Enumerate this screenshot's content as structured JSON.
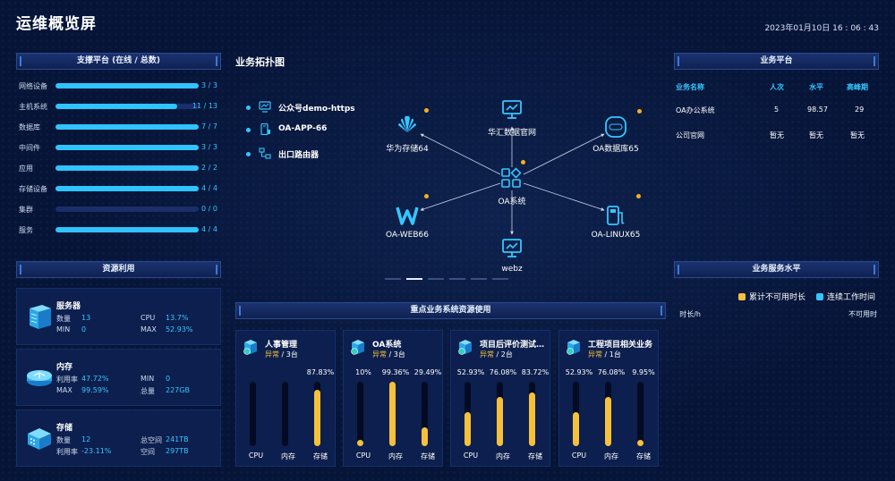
{
  "header": {
    "title": "运维概览屏",
    "datetime": "2023年01月10日 16 : 06 : 43"
  },
  "support_platform": {
    "title": "支撑平台 (在线 / 总数)",
    "items": [
      {
        "label": "网络设备",
        "count": "3 / 3",
        "fraction": 1.0
      },
      {
        "label": "主机系统",
        "count": "11 / 13",
        "fraction": 0.85
      },
      {
        "label": "数据库",
        "count": "7 / 7",
        "fraction": 1.0
      },
      {
        "label": "中间件",
        "count": "3 / 3",
        "fraction": 1.0
      },
      {
        "label": "应用",
        "count": "2 / 2",
        "fraction": 1.0
      },
      {
        "label": "存储设备",
        "count": "4 / 4",
        "fraction": 1.0
      },
      {
        "label": "集群",
        "count": "0 / 0",
        "fraction": 0.0
      },
      {
        "label": "服务",
        "count": "4 / 4",
        "fraction": 1.0
      }
    ]
  },
  "resource_usage": {
    "title": "资源利用",
    "server": {
      "name": "服务器",
      "k1": "数量",
      "v1": "13",
      "k2": "CPU",
      "v2": "13.7%",
      "k3": "MIN",
      "v3": "0",
      "k4": "MAX",
      "v4": "52.93%"
    },
    "memory": {
      "name": "内存",
      "k1": "利用率",
      "v1": "47.72%",
      "k2": "MIN",
      "v2": "0",
      "k3": "MAX",
      "v3": "99.59%",
      "k4": "总量",
      "v4": "227GB"
    },
    "storage": {
      "name": "存储",
      "k1": "数量",
      "v1": "12",
      "k2": "总空间",
      "v2": "241TB",
      "k3": "利用率",
      "v3": "-23.11%",
      "k4": "空间",
      "v4": "297TB"
    }
  },
  "topology": {
    "title": "业务拓扑图",
    "legend": [
      "公众号demo-https",
      "OA-APP-66",
      "出口路由器"
    ],
    "nodes": {
      "center": "OA系统",
      "huawei": "华为存储64",
      "huahui": "华汇数据官网",
      "oadb": "OA数据库65",
      "web": "OA-WEB66",
      "linux": "OA-LINUX65",
      "webz": "webz"
    },
    "icons": {
      "huawei": "huawei-logo-icon",
      "huahui": "monitor-chart-icon",
      "oadb": "oracle-db-icon",
      "web": "letter-w-icon",
      "linux": "pump-device-icon",
      "webz": "monitor-chart-icon",
      "center": "app-grid-icon"
    }
  },
  "business_platform": {
    "title": "业务平台",
    "columns": [
      "业务名称",
      "人次",
      "水平",
      "高峰期"
    ],
    "rows": [
      [
        "OA办公系统",
        "5",
        "98.57",
        "29"
      ],
      [
        "公司官网",
        "暂无",
        "暂无",
        "暂无"
      ]
    ]
  },
  "service_level": {
    "title": "业务服务水平",
    "legend": [
      {
        "label": "累计不可用时长",
        "color": "#f6c13a"
      },
      {
        "label": "连续工作时间",
        "color": "#36c6ff"
      }
    ],
    "left_axis": "时长/h",
    "right_axis": "不可用时"
  },
  "key_systems": {
    "title": "重点业务系统资源使用",
    "metric_labels": [
      "CPU",
      "内存",
      "存储"
    ],
    "systems": [
      {
        "name": "人事管理",
        "status": "异常",
        "count": "/ 3台",
        "pcts": [
          "",
          "",
          "87.83%"
        ],
        "values": [
          0,
          0,
          0.8783
        ]
      },
      {
        "name": "OA系统",
        "status": "异常",
        "count": "/ 3台",
        "pcts": [
          "10%",
          "99.36%",
          "29.49%"
        ],
        "values": [
          0.1,
          0.9936,
          0.2949
        ]
      },
      {
        "name": "项目后评价测试系统",
        "status": "异常",
        "count": "/ 2台",
        "pcts": [
          "52.93%",
          "76.08%",
          "83.72%"
        ],
        "values": [
          0.5293,
          0.7608,
          0.8372
        ]
      },
      {
        "name": "工程项目相关业务",
        "status": "异常",
        "count": "/ 1台",
        "pcts": [
          "52.93%",
          "76.08%",
          "9.95%"
        ],
        "values": [
          0.5293,
          0.7608,
          0.0995
        ]
      }
    ]
  }
}
